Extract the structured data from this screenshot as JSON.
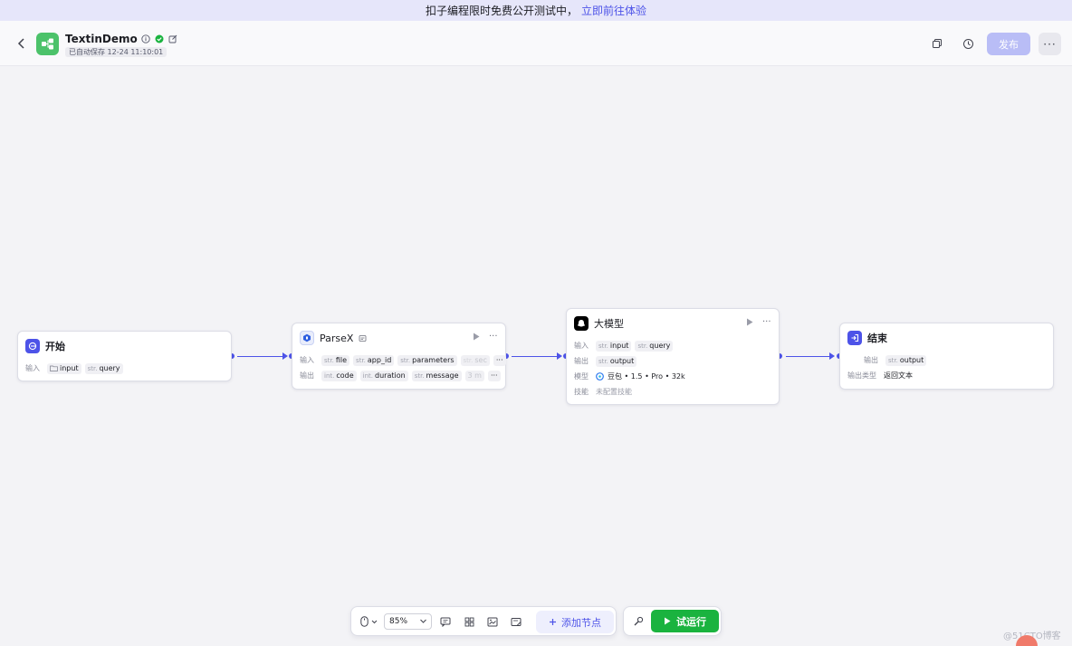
{
  "banner": {
    "text": "扣子编程限时免费公开测试中，",
    "link": "立即前往体验"
  },
  "header": {
    "app_title": "TextinDemo",
    "save_status": "已自动保存 12-24 11:10:01",
    "publish_label": "发布",
    "more_label": "···"
  },
  "nodes": {
    "start": {
      "title": "开始",
      "input_label": "输入",
      "inputs": [
        {
          "type": "",
          "name": "input"
        },
        {
          "type": "str.",
          "name": "query"
        }
      ]
    },
    "parsex": {
      "title": "ParseX",
      "input_label": "输入",
      "output_label": "输出",
      "inputs": [
        {
          "type": "str.",
          "name": "file"
        },
        {
          "type": "str.",
          "name": "app_id"
        },
        {
          "type": "str.",
          "name": "parameters"
        },
        {
          "type": "str.",
          "name": "sec"
        }
      ],
      "outputs": [
        {
          "type": "int.",
          "name": "code"
        },
        {
          "type": "int.",
          "name": "duration"
        },
        {
          "type": "str.",
          "name": "message"
        },
        {
          "type": "",
          "name": "3 m"
        }
      ],
      "more": "···"
    },
    "llm": {
      "title": "大模型",
      "input_label": "输入",
      "output_label": "输出",
      "model_label": "模型",
      "skill_label": "技能",
      "inputs": [
        {
          "type": "str.",
          "name": "input"
        },
        {
          "type": "str.",
          "name": "query"
        }
      ],
      "outputs": [
        {
          "type": "str.",
          "name": "output"
        }
      ],
      "model_value": "豆包 • 1.5 • Pro • 32k",
      "skill_value": "未配置技能"
    },
    "end": {
      "title": "结束",
      "output_label": "输出",
      "output_type_label": "输出类型",
      "outputs": [
        {
          "type": "str.",
          "name": "output"
        }
      ],
      "output_type_value": "返回文本"
    }
  },
  "toolbar": {
    "zoom": "85%",
    "add_node_label": "添加节点",
    "run_label": "试运行"
  },
  "watermark": "@51CTO博客",
  "colors": {
    "accent": "#4d53e8",
    "run_green": "#1ab33f",
    "publish_disabled": "#b9bdf6",
    "app_logo": "#4cc26a"
  }
}
